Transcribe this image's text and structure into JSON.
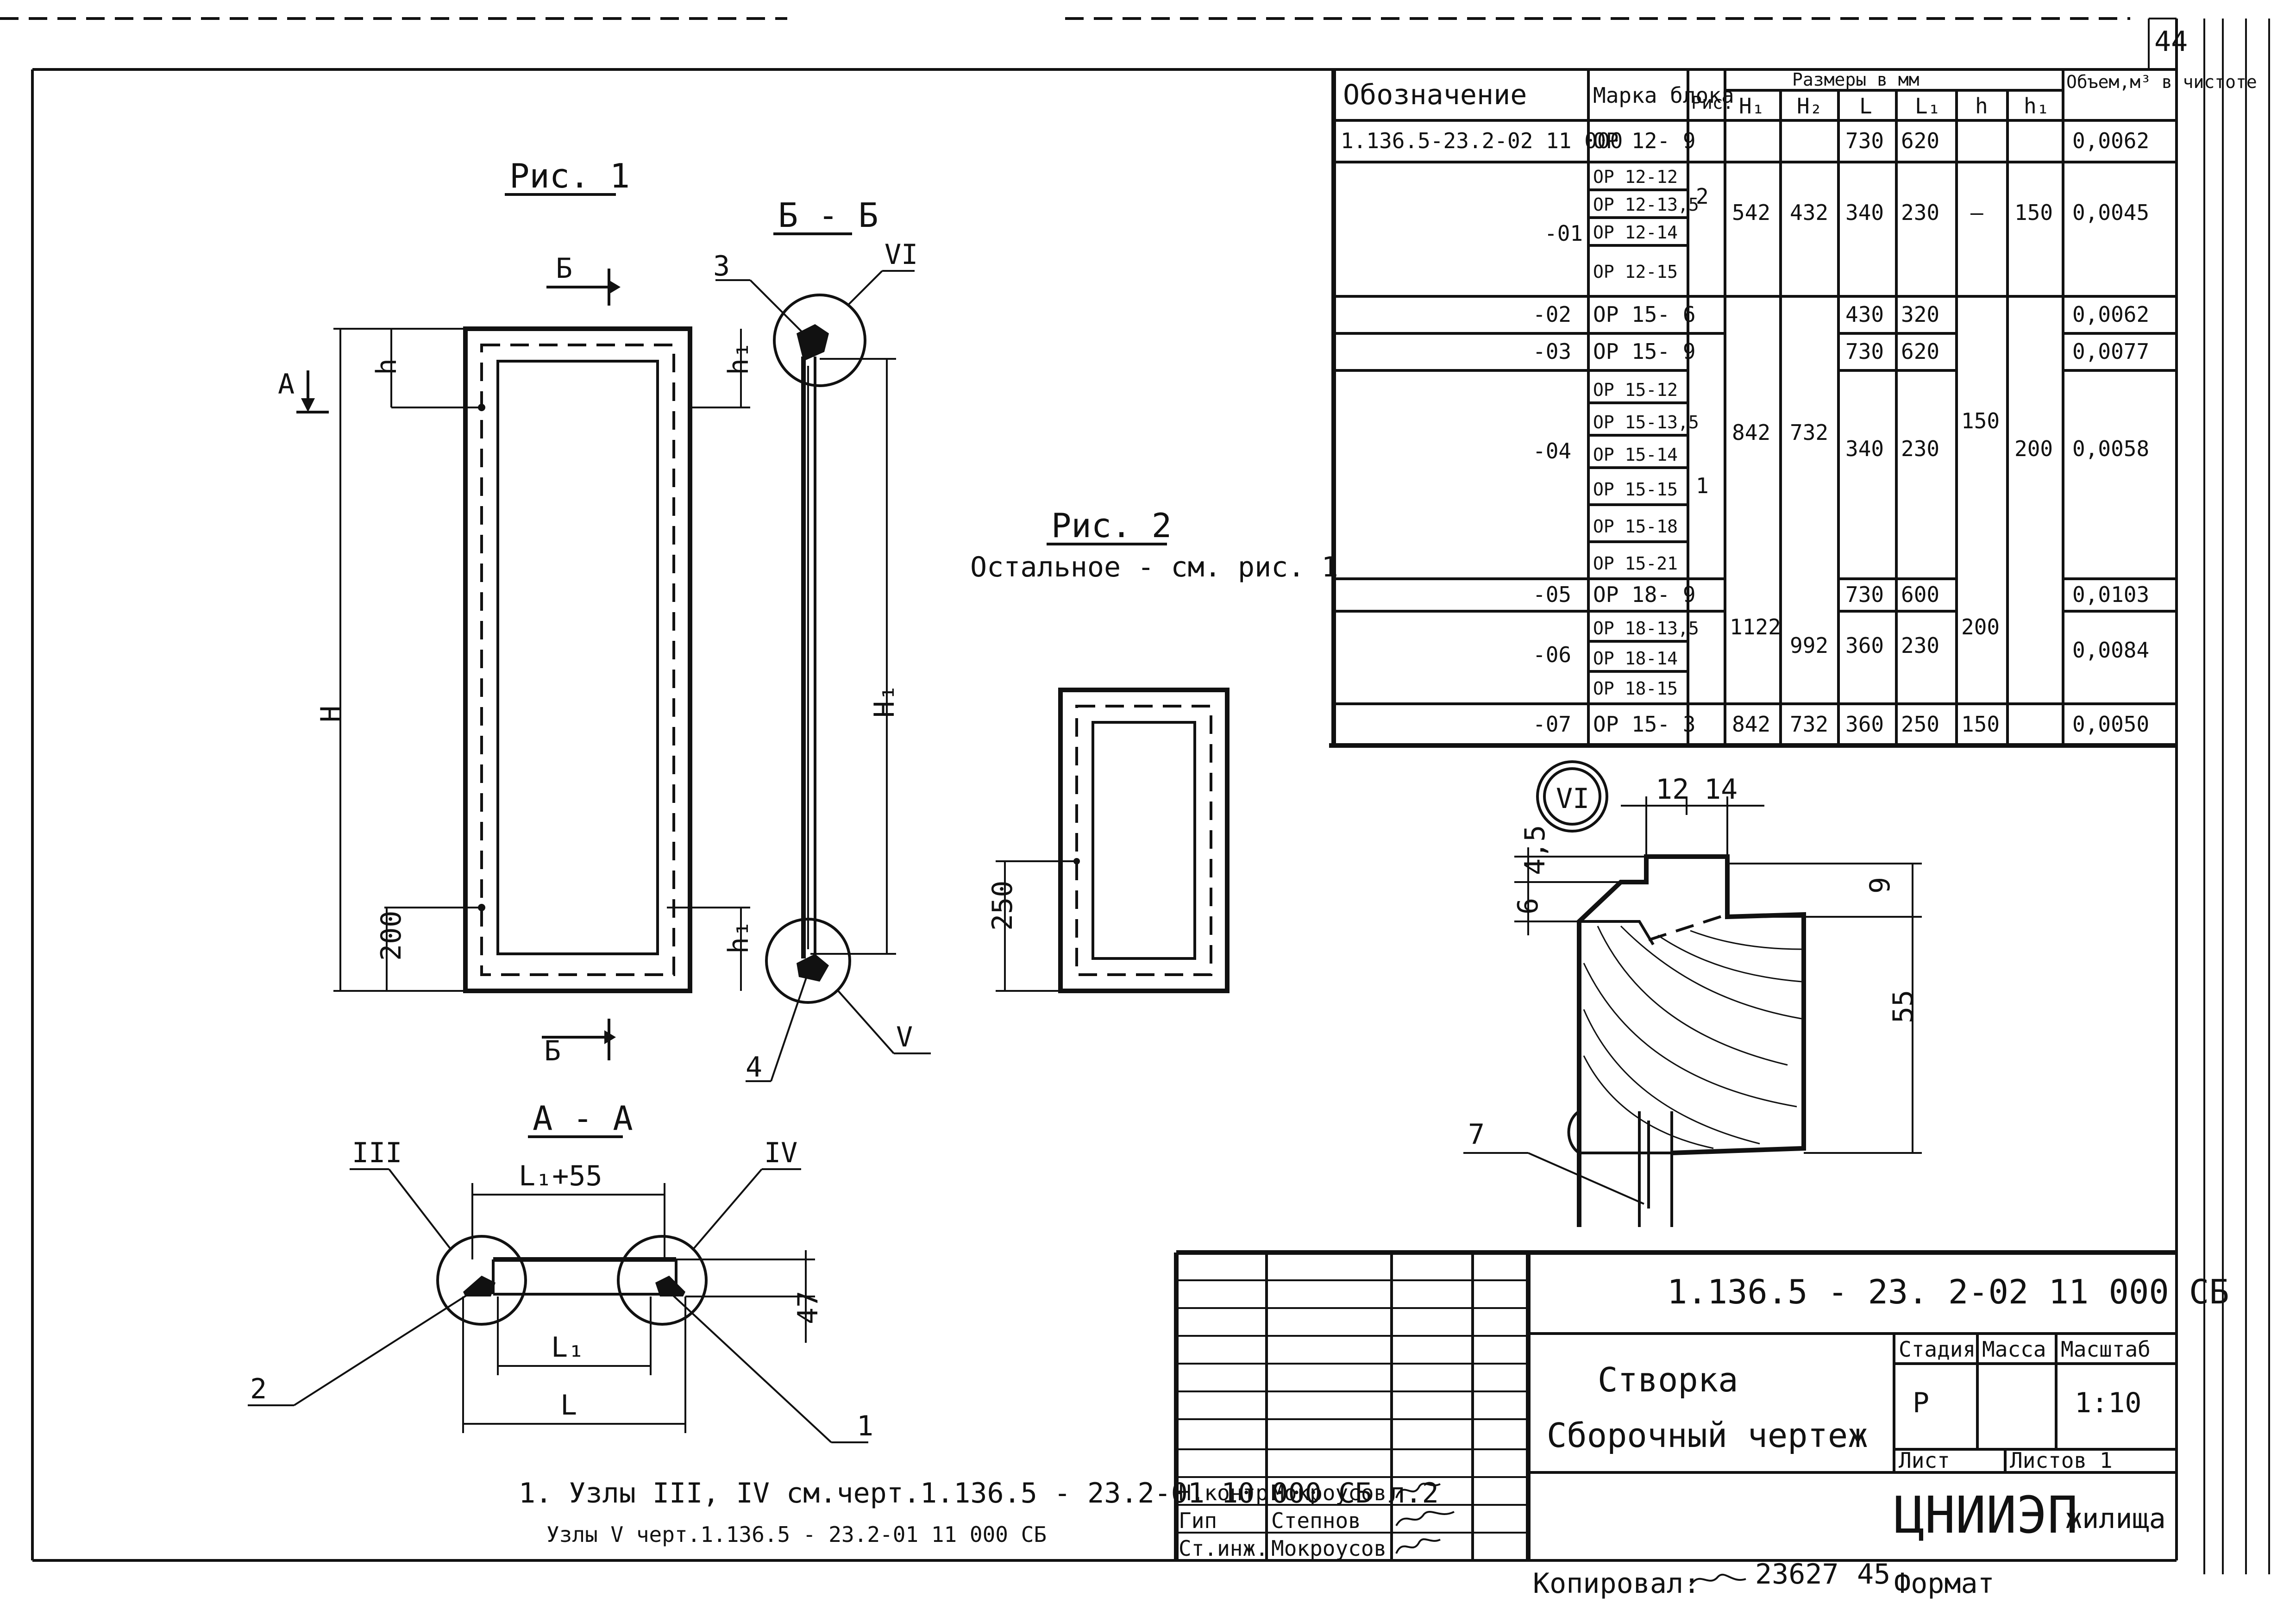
{
  "sheet_number": "44",
  "table": {
    "headers": {
      "designation": "Обозначение",
      "marka": "Марка блока",
      "ris": "Рис.",
      "sizes_group": "Размеры в мм",
      "h_cap": "Н₁",
      "h2": "Н₂",
      "l": "L",
      "l1": "L₁",
      "h": "h",
      "h1": "h₁",
      "volume": "Объем,м³ в чистоте"
    },
    "rows": [
      {
        "designation": "1.136.5-23.2-02 11 000",
        "marks": [
          "ОР 12- 9"
        ],
        "L": "730",
        "L1": "620",
        "volume": "0,0062"
      },
      {
        "designation": "-01",
        "marks": [
          "ОР 12-12",
          "ОР 12-13,5",
          "ОР 12-14",
          "ОР 12-15"
        ],
        "ris": "2",
        "H1": "542",
        "H2": "432",
        "L": "340",
        "L1": "230",
        "h": "—",
        "h1": "150",
        "volume": "0,0045"
      },
      {
        "designation": "-02",
        "marks": [
          "ОР 15- 6"
        ],
        "L": "430",
        "L1": "320",
        "volume": "0,0062"
      },
      {
        "designation": "-03",
        "marks": [
          "ОР 15- 9"
        ],
        "L": "730",
        "L1": "620",
        "volume": "0,0077"
      },
      {
        "designation": "-04",
        "marks": [
          "ОР 15-12",
          "ОР 15-13,5",
          "ОР 15-14",
          "ОР 15-15",
          "ОР 15-18",
          "ОР 15-21"
        ],
        "ris": "1",
        "H1": "842",
        "H2": "732",
        "L": "340",
        "L1": "230",
        "h": "150",
        "h1": "200",
        "volume": "0,0058"
      },
      {
        "designation": "-05",
        "marks": [
          "ОР 18- 9"
        ],
        "L": "730",
        "L1": "600",
        "volume": "0,0103"
      },
      {
        "designation": "-06",
        "marks": [
          "ОР 18-13,5",
          "ОР 18-14",
          "ОР 18-15"
        ],
        "H1": "1122",
        "H2": "992",
        "L": "360",
        "L1": "230",
        "h": "200",
        "volume": "0,0084"
      },
      {
        "designation": "-07",
        "marks": [
          "ОР 15- 3"
        ],
        "H1": "842",
        "H2": "732",
        "L": "360",
        "L1": "250",
        "h": "150",
        "volume": "0,0050"
      }
    ]
  },
  "fig1": {
    "title": "Рис. 1",
    "section_bb": "Б - Б",
    "arrow_b_top": "Б",
    "arrow_b_bottom": "Б",
    "arrow_a": "А",
    "dim_h": "h",
    "dim_h1": "h₁",
    "dim_H": "Н",
    "dim_H1": "Н₁",
    "dim_200": "200",
    "callout_3": "3",
    "callout_4": "4",
    "node_VI": "VI",
    "node_V": "V"
  },
  "fig2": {
    "title": "Рис. 2",
    "subtitle": "Остальное - см. рис. 1",
    "dim_250": "250"
  },
  "section_aa": {
    "title": "А - А",
    "dim_l1_plus": "L₁+55",
    "dim_l1": "L₁",
    "dim_l": "L",
    "dim_47": "47",
    "node_III": "III",
    "node_IV": "IV",
    "callout_2": "2",
    "callout_1": "1"
  },
  "detail_vi": {
    "label": "VI",
    "dim_12": "12",
    "dim_14": "14",
    "dim_4_5": "4,5",
    "dim_6": "6",
    "dim_9": "9",
    "dim_55": "55",
    "callout_7": "7"
  },
  "notes": {
    "note1": "1. Узлы III, IV см.черт.1.136.5 - 23.2-01 10 000 СБ л.2",
    "note2": "Узлы V  черт.1.136.5 - 23.2-01 11 000 СБ"
  },
  "title_block": {
    "code": "1.136.5 - 23. 2-02 11 000 СБ",
    "name_line1": "Створка",
    "name_line2": "Сборочный чертеж",
    "stage_label": "Стадия",
    "mass_label": "Масса",
    "scale_label": "Масштаб",
    "stage_value": "Р",
    "scale_value": "1:10",
    "sheet_label": "Лист",
    "sheets_label": "Листов 1",
    "org_big": "ЦНИИЭП",
    "org_small": "жилища",
    "people": [
      {
        "role": "Н.контр.",
        "name": "Мокроусов"
      },
      {
        "role": "Гип",
        "name": "Степнов"
      },
      {
        "role": "Ст.инж.",
        "name": "Мокроусов"
      }
    ]
  },
  "footer": {
    "copied": "Копировал:",
    "number": "23627",
    "format_num": "45",
    "format_label": "Формат"
  }
}
